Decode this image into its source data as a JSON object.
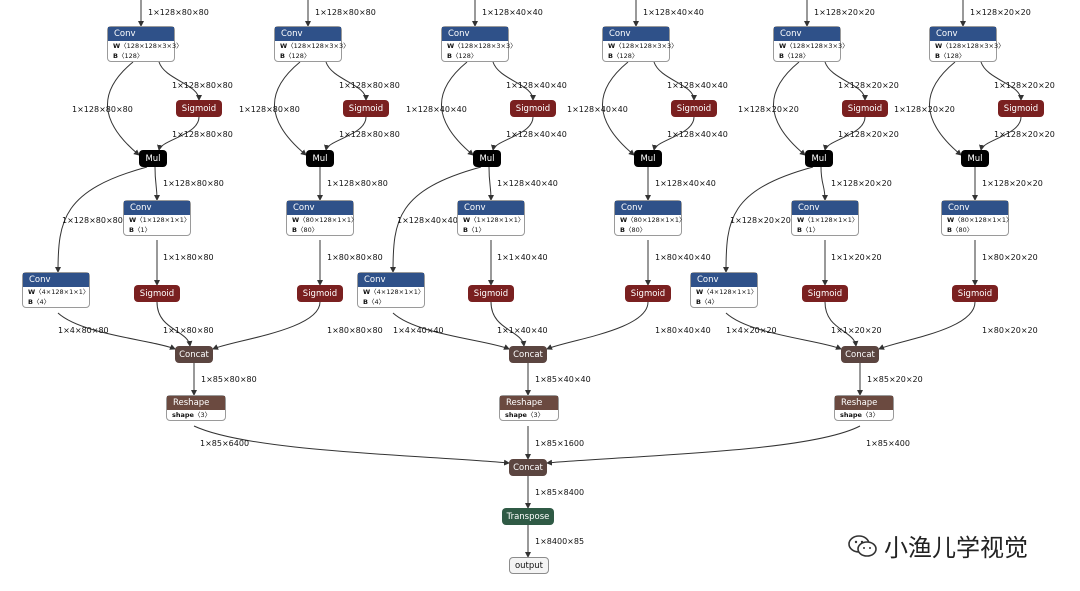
{
  "colors": {
    "conv": "#2f5189",
    "sigmoid": "#7a2020",
    "mul": "#000000",
    "concat": "#5b4540",
    "reshape": "#6b4a40",
    "transpose": "#2f5a45",
    "edge": "#333333"
  },
  "watermark": {
    "text": "小渔儿学视觉",
    "icon": "wechat-icon"
  },
  "branches": [
    {
      "conv1": {
        "title": "Conv",
        "w_label": "W",
        "w": "〈128×128×3×3〉",
        "b_label": "B",
        "b": "〈128〉"
      },
      "mul": "Mul",
      "sigmoid": "Sigmoid",
      "labels": {
        "in": "1×128×80×80",
        "conv_to_sig": "1×128×80×80",
        "conv_to_mul": "1×128×80×80",
        "sig_to_mul": "1×128×80×80",
        "mul_to_next": "1×128×80×80"
      }
    },
    {
      "conv1": {
        "title": "Conv",
        "w_label": "W",
        "w": "〈128×128×3×3〉",
        "b_label": "B",
        "b": "〈128〉"
      },
      "mul": "Mul",
      "sigmoid": "Sigmoid",
      "labels": {
        "in": "1×128×80×80",
        "conv_to_sig": "1×128×80×80",
        "conv_to_mul": "1×128×80×80",
        "sig_to_mul": "1×128×80×80",
        "mul_to_next": "1×128×80×80"
      }
    },
    {
      "conv1": {
        "title": "Conv",
        "w_label": "W",
        "w": "〈128×128×3×3〉",
        "b_label": "B",
        "b": "〈128〉"
      },
      "mul": "Mul",
      "sigmoid": "Sigmoid",
      "labels": {
        "in": "1×128×40×40",
        "conv_to_sig": "1×128×40×40",
        "conv_to_mul": "1×128×40×40",
        "sig_to_mul": "1×128×40×40",
        "mul_to_next": "1×128×40×40"
      }
    },
    {
      "conv1": {
        "title": "Conv",
        "w_label": "W",
        "w": "〈128×128×3×3〉",
        "b_label": "B",
        "b": "〈128〉"
      },
      "mul": "Mul",
      "sigmoid": "Sigmoid",
      "labels": {
        "in": "1×128×40×40",
        "conv_to_sig": "1×128×40×40",
        "conv_to_mul": "1×128×40×40",
        "sig_to_mul": "1×128×40×40",
        "mul_to_next": "1×128×40×40"
      }
    },
    {
      "conv1": {
        "title": "Conv",
        "w_label": "W",
        "w": "〈128×128×3×3〉",
        "b_label": "B",
        "b": "〈128〉"
      },
      "mul": "Mul",
      "sigmoid": "Sigmoid",
      "labels": {
        "in": "1×128×20×20",
        "conv_to_sig": "1×128×20×20",
        "conv_to_mul": "1×128×20×20",
        "sig_to_mul": "1×128×20×20",
        "mul_to_next": "1×128×20×20"
      }
    },
    {
      "conv1": {
        "title": "Conv",
        "w_label": "W",
        "w": "〈128×128×3×3〉",
        "b_label": "B",
        "b": "〈128〉"
      },
      "mul": "Mul",
      "sigmoid": "Sigmoid",
      "labels": {
        "in": "1×128×20×20",
        "conv_to_sig": "1×128×20×20",
        "conv_to_mul": "1×128×20×20",
        "sig_to_mul": "1×128×20×20",
        "mul_to_next": "1×128×20×20"
      }
    }
  ],
  "heads": [
    {
      "obj_conv": {
        "title": "Conv",
        "w_label": "W",
        "w": "〈1×128×1×1〉",
        "b_label": "B",
        "b": "〈1〉"
      },
      "box_conv": {
        "title": "Conv",
        "w_label": "W",
        "w": "〈4×128×1×1〉",
        "b_label": "B",
        "b": "〈4〉"
      },
      "cls_conv": {
        "title": "Conv",
        "w_label": "W",
        "w": "〈80×128×1×1〉",
        "b_label": "B",
        "b": "〈80〉"
      },
      "obj_sigmoid": "Sigmoid",
      "cls_sigmoid": "Sigmoid",
      "concat": "Concat",
      "reshape": {
        "title": "Reshape",
        "attr_label": "shape",
        "attr": "〈3〉"
      },
      "labels": {
        "mul_to_box": "1×128×80×80",
        "mul_to_obj": "1×128×80×80",
        "obj_to_sig": "1×1×80×80",
        "box_to_concat": "1×4×80×80",
        "objsig_to_concat": "1×1×80×80",
        "clssig_to_concat": "1×80×80×80",
        "concat_to_reshape": "1×85×80×80",
        "reshape_to_final": "1×85×6400",
        "cls_to_sig": "1×80×80×80"
      }
    },
    {
      "obj_conv": {
        "title": "Conv",
        "w_label": "W",
        "w": "〈1×128×1×1〉",
        "b_label": "B",
        "b": "〈1〉"
      },
      "box_conv": {
        "title": "Conv",
        "w_label": "W",
        "w": "〈4×128×1×1〉",
        "b_label": "B",
        "b": "〈4〉"
      },
      "cls_conv": {
        "title": "Conv",
        "w_label": "W",
        "w": "〈80×128×1×1〉",
        "b_label": "B",
        "b": "〈80〉"
      },
      "obj_sigmoid": "Sigmoid",
      "cls_sigmoid": "Sigmoid",
      "concat": "Concat",
      "reshape": {
        "title": "Reshape",
        "attr_label": "shape",
        "attr": "〈3〉"
      },
      "labels": {
        "mul_to_box": "1×128×40×40",
        "mul_to_obj": "1×128×40×40",
        "obj_to_sig": "1×1×40×40",
        "box_to_concat": "1×4×40×40",
        "objsig_to_concat": "1×1×40×40",
        "clssig_to_concat": "1×80×40×40",
        "concat_to_reshape": "1×85×40×40",
        "reshape_to_final": "1×85×1600",
        "cls_to_sig": "1×80×40×40"
      }
    },
    {
      "obj_conv": {
        "title": "Conv",
        "w_label": "W",
        "w": "〈1×128×1×1〉",
        "b_label": "B",
        "b": "〈1〉"
      },
      "box_conv": {
        "title": "Conv",
        "w_label": "W",
        "w": "〈4×128×1×1〉",
        "b_label": "B",
        "b": "〈4〉"
      },
      "cls_conv": {
        "title": "Conv",
        "w_label": "W",
        "w": "〈80×128×1×1〉",
        "b_label": "B",
        "b": "〈80〉"
      },
      "obj_sigmoid": "Sigmoid",
      "cls_sigmoid": "Sigmoid",
      "concat": "Concat",
      "reshape": {
        "title": "Reshape",
        "attr_label": "shape",
        "attr": "〈3〉"
      },
      "labels": {
        "mul_to_box": "1×128×20×20",
        "mul_to_obj": "1×128×20×20",
        "obj_to_sig": "1×1×20×20",
        "box_to_concat": "1×4×20×20",
        "objsig_to_concat": "1×1×20×20",
        "clssig_to_concat": "1×80×20×20",
        "concat_to_reshape": "1×85×20×20",
        "reshape_to_final": "1×85×400",
        "cls_to_sig": "1×80×20×20"
      }
    }
  ],
  "final": {
    "concat": "Concat",
    "concat_to_transpose": "1×85×8400",
    "transpose": "Transpose",
    "transpose_to_output": "1×8400×85",
    "output": "output"
  }
}
